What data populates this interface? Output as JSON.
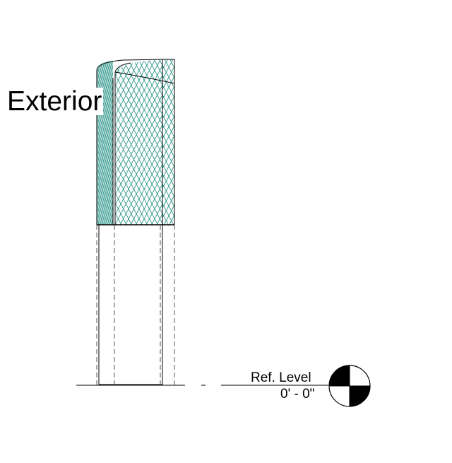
{
  "view": {
    "side_label": "Exterior"
  },
  "level": {
    "name": "Ref. Level",
    "elevation": "0' - 0\""
  },
  "colors": {
    "hatch": "#1a8c80",
    "line": "#000000",
    "hidden_line": "#555555",
    "background": "#ffffff"
  },
  "icons": {
    "level_marker": "level-target-icon"
  }
}
